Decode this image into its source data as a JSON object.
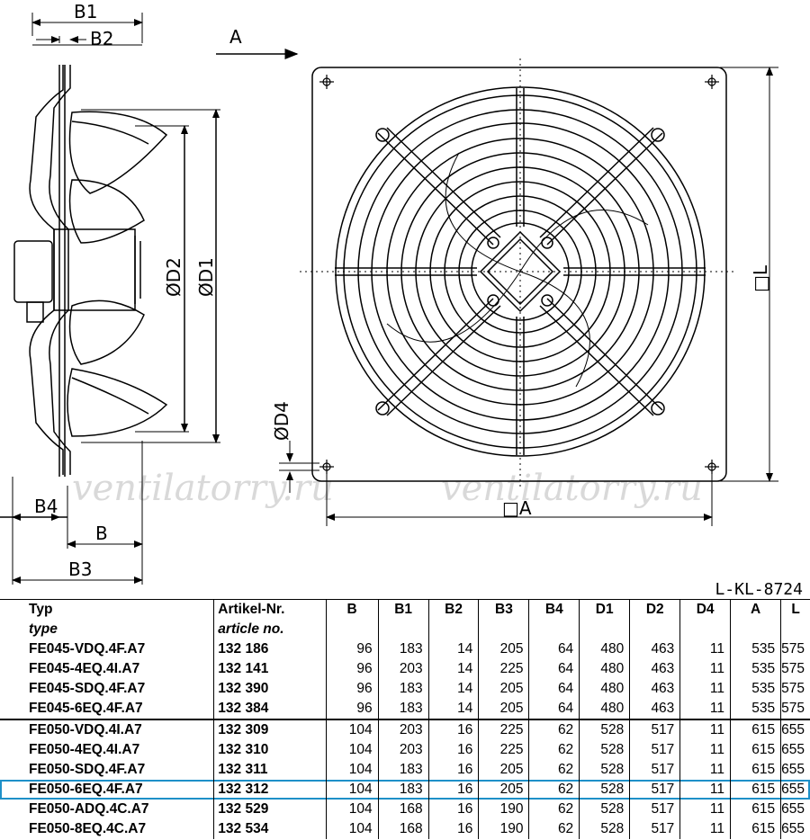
{
  "labels": {
    "b1": "B1",
    "b2": "B2",
    "b4": "B4",
    "b": "B",
    "b3": "B3",
    "d2": "ØD2",
    "d1": "ØD1",
    "d4": "ØD4",
    "view_a": "A",
    "square_a": "□A",
    "square_l": "□L"
  },
  "watermark": [
    "ventilatorry.ru",
    "ventilatorry.ru"
  ],
  "drawing_code": "L-KL-8724",
  "colors": {
    "highlight": "#1e90c8",
    "watermark": "#d9d9d9"
  },
  "table": {
    "headers": [
      {
        "main": "Typ",
        "sub": "type"
      },
      {
        "main": "Artikel-Nr.",
        "sub": "article no."
      },
      {
        "main": "B"
      },
      {
        "main": "B1"
      },
      {
        "main": "B2"
      },
      {
        "main": "B3"
      },
      {
        "main": "B4"
      },
      {
        "main": "D1"
      },
      {
        "main": "D2"
      },
      {
        "main": "D4"
      },
      {
        "main": "A"
      },
      {
        "main": "L"
      }
    ],
    "rows": [
      [
        "FE045-VDQ.4F.A7",
        "132 186",
        "96",
        "183",
        "14",
        "205",
        "64",
        "480",
        "463",
        "11",
        "535",
        "575"
      ],
      [
        "FE045-4EQ.4I.A7",
        "132 141",
        "96",
        "203",
        "14",
        "225",
        "64",
        "480",
        "463",
        "11",
        "535",
        "575"
      ],
      [
        "FE045-SDQ.4F.A7",
        "132 390",
        "96",
        "183",
        "14",
        "205",
        "64",
        "480",
        "463",
        "11",
        "535",
        "575"
      ],
      [
        "FE045-6EQ.4F.A7",
        "132 384",
        "96",
        "183",
        "14",
        "205",
        "64",
        "480",
        "463",
        "11",
        "535",
        "575"
      ],
      [
        "FE050-VDQ.4I.A7",
        "132 309",
        "104",
        "203",
        "16",
        "225",
        "62",
        "528",
        "517",
        "11",
        "615",
        "655"
      ],
      [
        "FE050-4EQ.4I.A7",
        "132 310",
        "104",
        "203",
        "16",
        "225",
        "62",
        "528",
        "517",
        "11",
        "615",
        "655"
      ],
      [
        "FE050-SDQ.4F.A7",
        "132 311",
        "104",
        "183",
        "16",
        "205",
        "62",
        "528",
        "517",
        "11",
        "615",
        "655"
      ],
      [
        "FE050-6EQ.4F.A7",
        "132 312",
        "104",
        "183",
        "16",
        "205",
        "62",
        "528",
        "517",
        "11",
        "615",
        "655"
      ],
      [
        "FE050-ADQ.4C.A7",
        "132 529",
        "104",
        "168",
        "16",
        "190",
        "62",
        "528",
        "517",
        "11",
        "615",
        "655"
      ],
      [
        "FE050-8EQ.4C.A7",
        "132 534",
        "104",
        "168",
        "16",
        "190",
        "62",
        "528",
        "517",
        "11",
        "615",
        "655"
      ]
    ],
    "highlighted_row": 7,
    "group_separator_before_row": 4
  }
}
